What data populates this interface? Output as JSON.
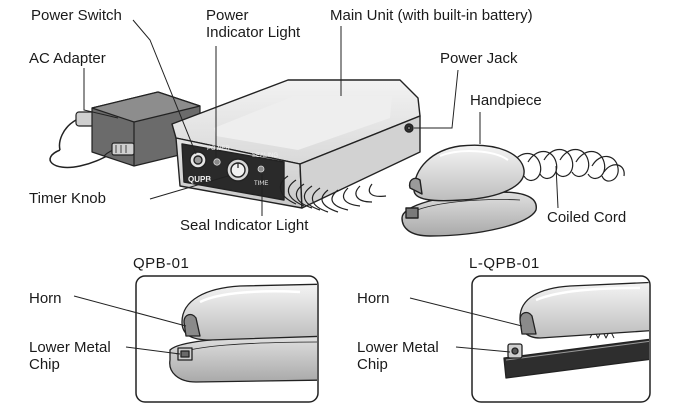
{
  "labels": {
    "power_switch": "Power Switch",
    "power_indicator_line1": "Power",
    "power_indicator_line2": "Indicator Light",
    "main_unit": "Main Unit (with built-in battery)",
    "power_jack": "Power Jack",
    "ac_adapter": "AC Adapter",
    "handpiece": "Handpiece",
    "timer_knob": "Timer Knob",
    "seal_indicator_light": "Seal Indicator Light",
    "coiled_cord": "Coiled Cord"
  },
  "panel_text": {
    "power": "POWER",
    "sealing": "SEALING",
    "time": "TIME",
    "brand": "QUPB"
  },
  "detail_left": {
    "title": "QPB-01",
    "horn": "Horn",
    "chip_line1": "Lower Metal",
    "chip_line2": "Chip"
  },
  "detail_right": {
    "title": "L-QPB-01",
    "horn": "Horn",
    "chip_line1": "Lower Metal",
    "chip_line2": "Chip"
  }
}
